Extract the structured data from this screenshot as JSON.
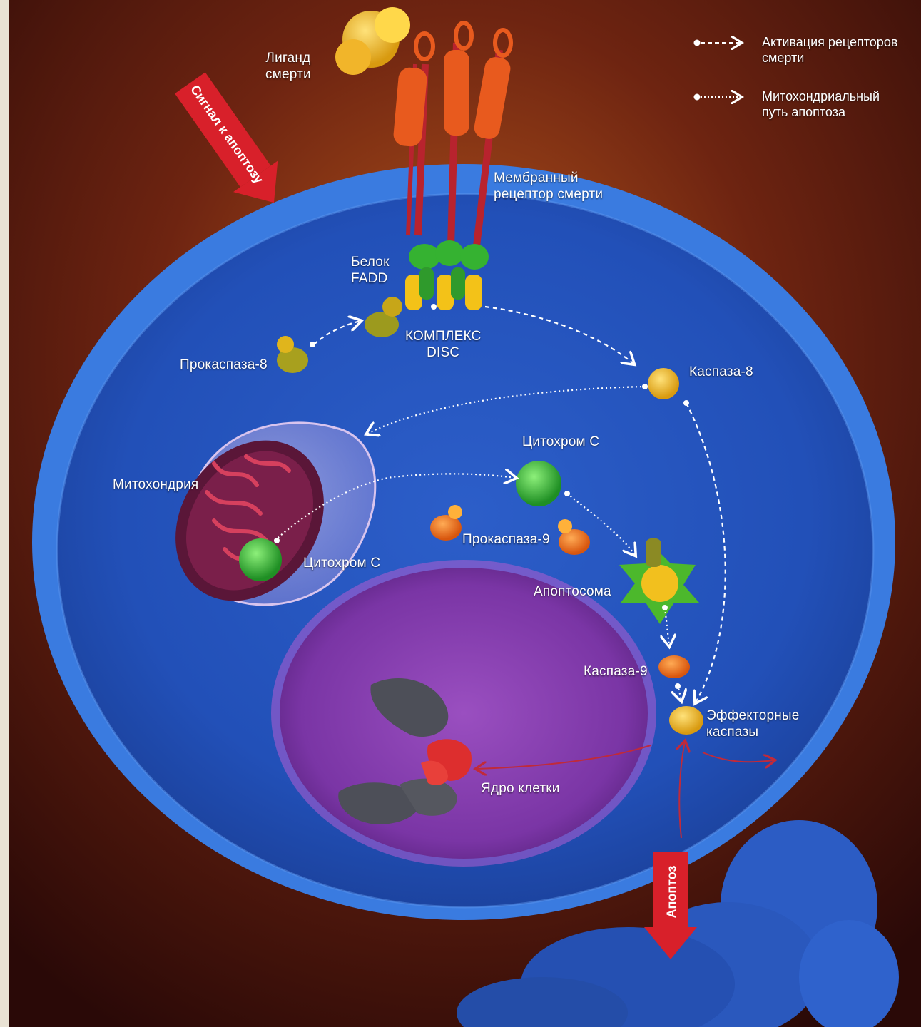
{
  "legend": {
    "items": [
      {
        "label": "Активация рецепторов\nсмерти",
        "style": "dashed"
      },
      {
        "label": "Митохондриальный\nпуть апоптоза",
        "style": "dotted"
      }
    ]
  },
  "arrows": {
    "signal": "Сигнал к апоптозу",
    "apoptosis": "Апоптоз"
  },
  "labels": {
    "ligand": "Лиганд\nсмерти",
    "membrane_receptor": "Мембранный\nрецептор смерти",
    "fadd": "Белок\nFADD",
    "disc": "КОМПЛЕКС\nDISC",
    "procaspase8": "Прокаспаза-8",
    "caspase8": "Каспаза-8",
    "cytochrome_c_top": "Цитохром С",
    "mitochondria": "Митохондрия",
    "procaspase9": "Прокаспаза-9",
    "cytochrome_c_mito": "Цитохром С",
    "apoptosome": "Апоптосома",
    "caspase9": "Каспаза-9",
    "effector": "Эффекторные\nкаспазы",
    "nucleus": "Ядро клетки"
  },
  "colors": {
    "background": "#4a1a10",
    "cell": "#2e5ec8",
    "cell_rim": "#3a78dd",
    "nucleus": "#8a3fb0",
    "mitochondria": "#5a1638",
    "cytochrome": "#3cb53c",
    "caspase": "#f2b21a",
    "receptor": "#d9481c",
    "signal_arrow": "#d8202a"
  }
}
